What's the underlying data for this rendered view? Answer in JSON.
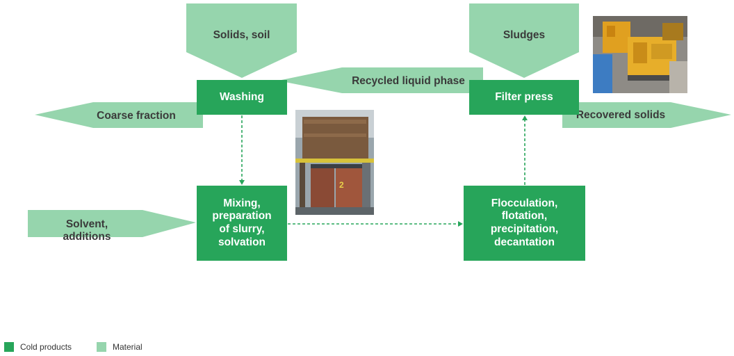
{
  "colors": {
    "process": "#27a55a",
    "material": "#96d5ad",
    "text_dark": "#3a3a3a",
    "text_light": "#ffffff"
  },
  "materials": {
    "solids_soil": "Solids, soil",
    "sludges": "Sludges",
    "recycled_liquid": "Recycled liquid phase",
    "coarse_fraction": "Coarse fraction",
    "recovered_solids": "Recovered solids",
    "solvent": "Solvent,\nadditions"
  },
  "processes": {
    "washing": "Washing",
    "filter_press": "Filter press",
    "mixing": "Mixing,\npreparation\nof slurry,\nsolvation",
    "flocculation": "Flocculation,\nflotation,\nprecipitation,\ndecantation"
  },
  "photos": {
    "tank_label": "2"
  },
  "legend": {
    "cold_products": "Cold products",
    "material": "Material"
  }
}
